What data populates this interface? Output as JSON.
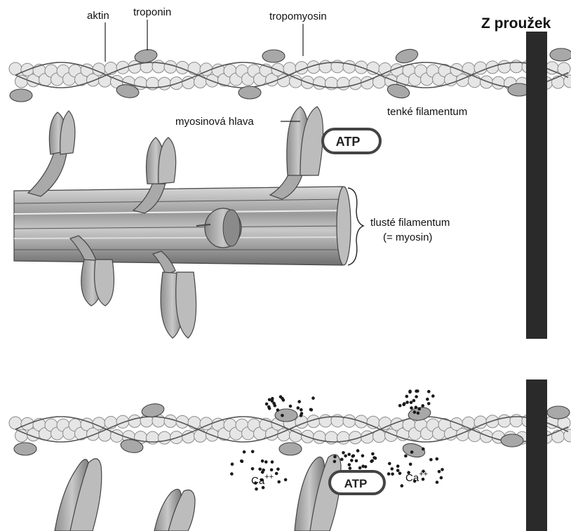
{
  "labels": {
    "aktin": "aktin",
    "troponin": "troponin",
    "tropomyosin": "tropomyosin",
    "z_band": "Z proužek",
    "myosin_head": "myosinová hlava",
    "thin_filament": "tenké filamentum",
    "thick_filament_line1": "tlusté filamentum",
    "thick_filament_line2": "(= myosin)",
    "atp_top": "ATP",
    "atp_bottom": "ATP",
    "calcium_left": "Ca",
    "calcium_left_charge": "++",
    "calcium_right": "Ca",
    "calcium_right_charge": "++"
  },
  "colors": {
    "bead_fill": "#e6e6e6",
    "bead_stroke": "#8a8a8a",
    "troponin_fill": "#a8a8a8",
    "strand": "#555555",
    "z_band": "#2a2a2a",
    "myosin_fill": "#b8b8b8",
    "myosin_dark": "#6d6d6d",
    "calcium_dot": "#1a1a1a"
  }
}
